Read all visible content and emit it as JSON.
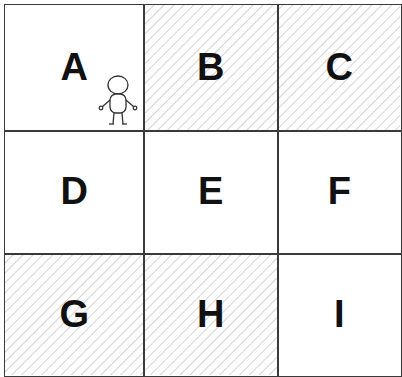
{
  "diagram": {
    "nodes": [
      {
        "text": [
          "A"
        ]
      },
      {
        "text": [
          "B"
        ]
      },
      {
        "text": [
          "C"
        ]
      },
      {
        "text": [
          "D"
        ]
      },
      {
        "text": [
          "E"
        ]
      },
      {
        "text": [
          "F"
        ]
      },
      {
        "text": [
          "G"
        ]
      },
      {
        "text": [
          "H"
        ]
      },
      {
        "text": [
          "I"
        ]
      }
    ]
  }
}
